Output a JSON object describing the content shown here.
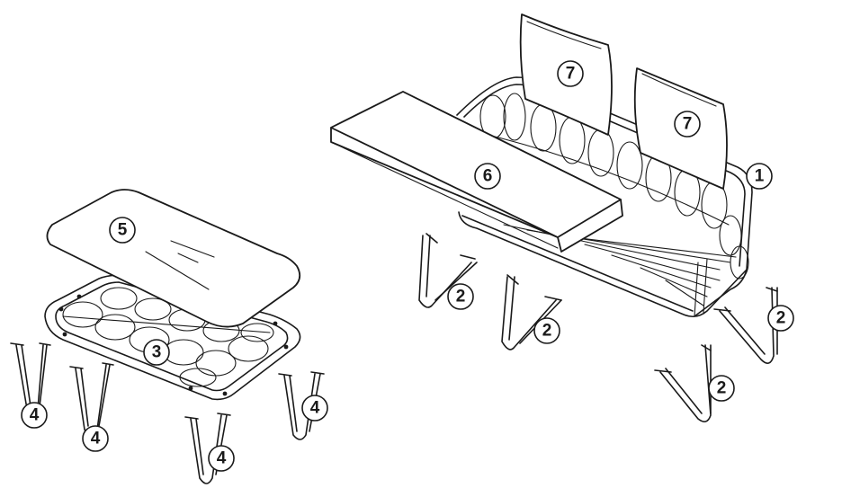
{
  "callouts": [
    {
      "id": "c1",
      "label": "1"
    },
    {
      "id": "c2a",
      "label": "2"
    },
    {
      "id": "c2b",
      "label": "2"
    },
    {
      "id": "c2c",
      "label": "2"
    },
    {
      "id": "c2d",
      "label": "2"
    },
    {
      "id": "c3",
      "label": "3"
    },
    {
      "id": "c4a",
      "label": "4"
    },
    {
      "id": "c4b",
      "label": "4"
    },
    {
      "id": "c4c",
      "label": "4"
    },
    {
      "id": "c4d",
      "label": "4"
    },
    {
      "id": "c5",
      "label": "5"
    },
    {
      "id": "c6",
      "label": "6"
    },
    {
      "id": "c7a",
      "label": "7"
    },
    {
      "id": "c7b",
      "label": "7"
    }
  ]
}
